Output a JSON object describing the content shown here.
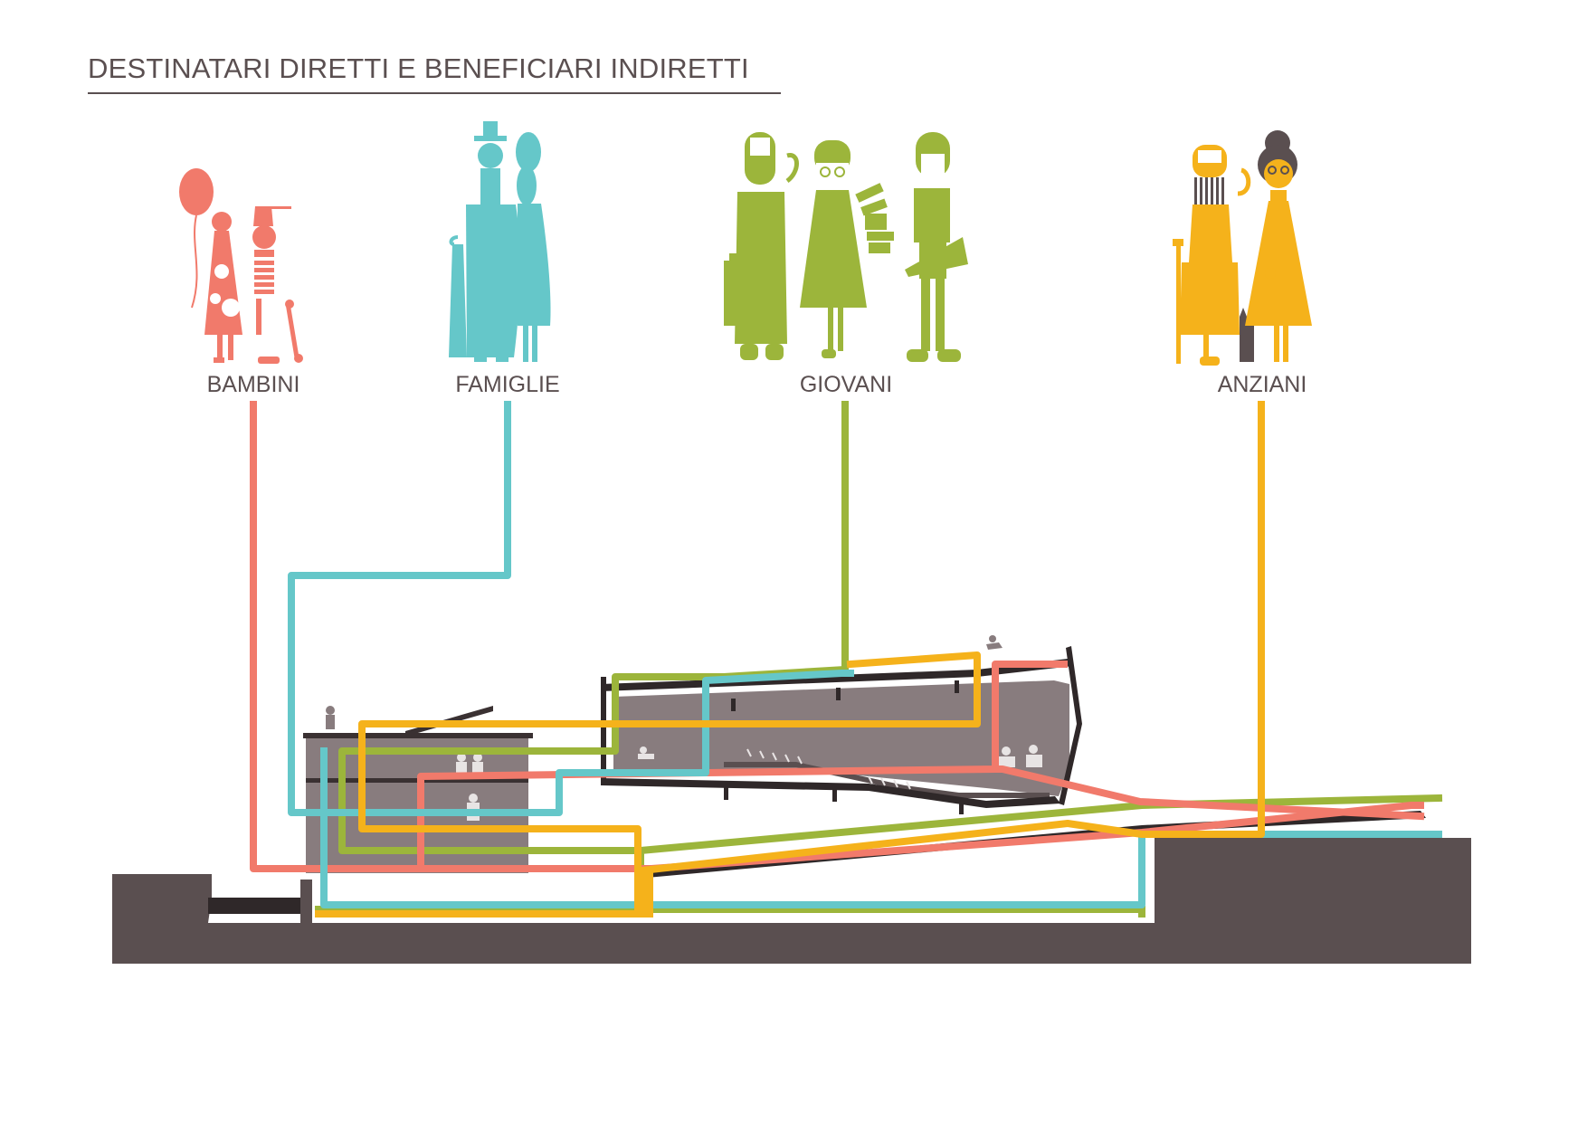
{
  "title": "DESTINATARI DIRETTI E BENEFICIARI INDIRETTI",
  "groups": [
    {
      "label": "BAMBINI",
      "color": "#f17a6b"
    },
    {
      "label": "FAMIGLIE",
      "color": "#65c7c9"
    },
    {
      "label": "GIOVANI",
      "color": "#9cb53b"
    },
    {
      "label": "ANZIANI",
      "color": "#f5b21b"
    }
  ],
  "colors": {
    "section": "#5a4f50",
    "interior": "#887c7e",
    "title": "#5a4f50"
  },
  "icons": [
    "balloon-icon",
    "child-figure-icon",
    "skateboard-icon",
    "family-figure-icon",
    "umbrella-icon",
    "youth-figure-icon",
    "books-icon",
    "elderly-figure-icon",
    "cat-icon"
  ]
}
